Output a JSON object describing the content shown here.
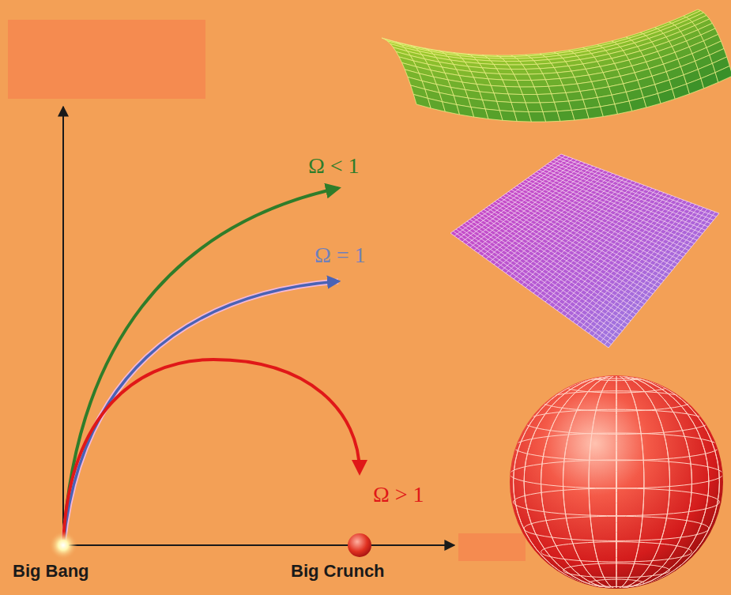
{
  "diagram": {
    "labels": [
      "Ω < 1",
      "Ω = 1",
      "Ω > 1",
      "Big Bang",
      "Big Crunch"
    ]
  }
}
